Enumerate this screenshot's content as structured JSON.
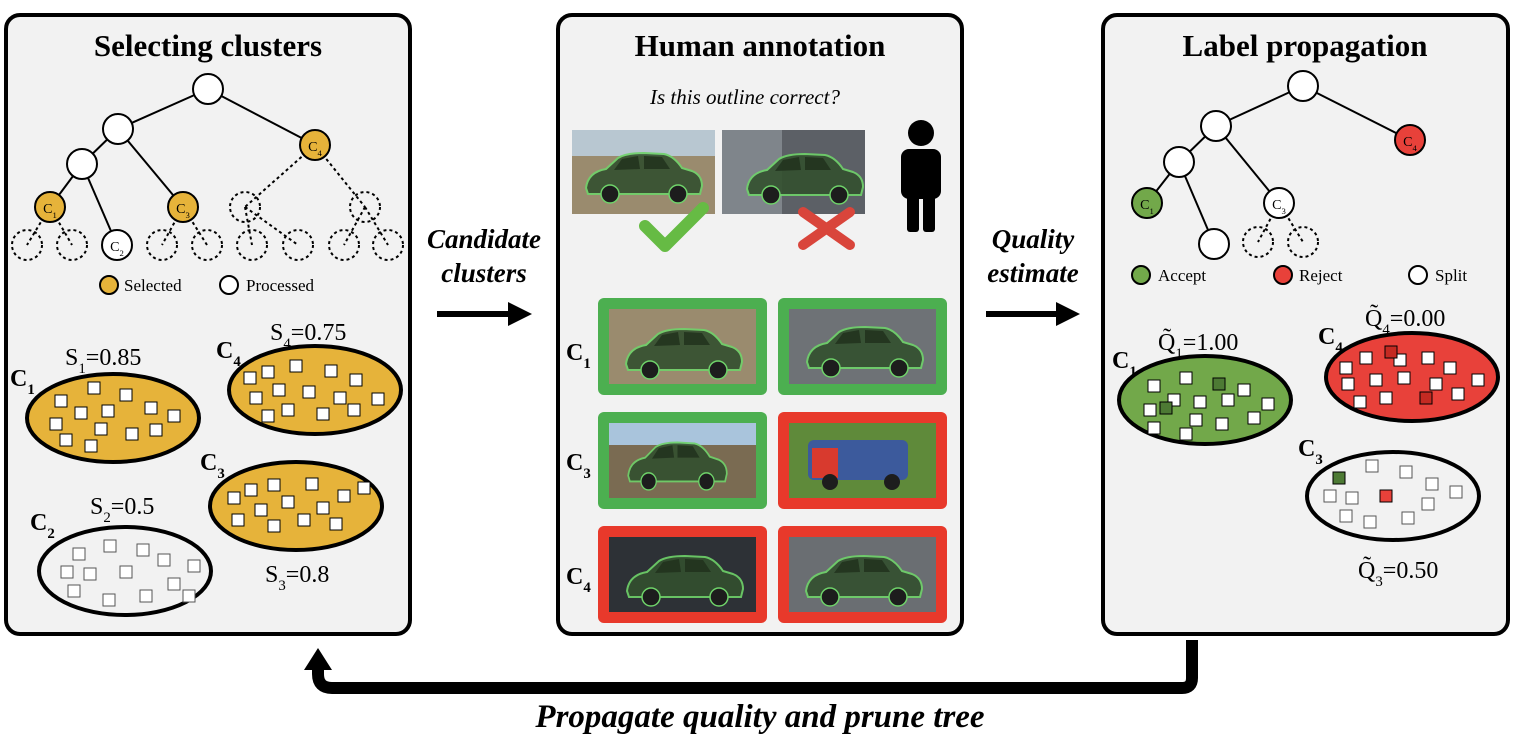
{
  "panels": {
    "left": {
      "title": "Selecting clusters",
      "legend_selected": "Selected",
      "legend_processed": "Processed",
      "node_labels": [
        "C1",
        "C2",
        "C3",
        "C4"
      ],
      "cluster_labels": [
        "C1",
        "C2",
        "C3",
        "C4"
      ],
      "scores": [
        "S1=0.85",
        "S2=0.5",
        "S3=0.8",
        "S4=0.75"
      ]
    },
    "middle": {
      "title": "Human annotation",
      "question": "Is this outline correct?",
      "row_labels": [
        "C1",
        "C3",
        "C4"
      ]
    },
    "right": {
      "title": "Label propagation",
      "legend_accept": "Accept",
      "legend_reject": "Reject",
      "legend_split": "Split",
      "node_labels": [
        "C1",
        "C3",
        "C4"
      ],
      "cluster_labels": [
        "C1",
        "C3",
        "C4"
      ],
      "quality": [
        "Q̃1=1.00",
        "Q̃3=0.50",
        "Q̃4=0.00"
      ]
    }
  },
  "arrows": {
    "candidate": [
      "Candidate",
      "clusters"
    ],
    "quality": [
      "Quality",
      "estimate"
    ],
    "bottom": "Propagate quality and prune tree"
  },
  "colors": {
    "selected": "#e6b33a",
    "accept": "#72a84a",
    "reject": "#e8413a",
    "panel_bg": "#f2f2f2",
    "frame_green": "#4caf50",
    "frame_red": "#e8392b"
  },
  "icons": [
    "person-icon",
    "check-icon",
    "cross-icon",
    "car-image"
  ]
}
